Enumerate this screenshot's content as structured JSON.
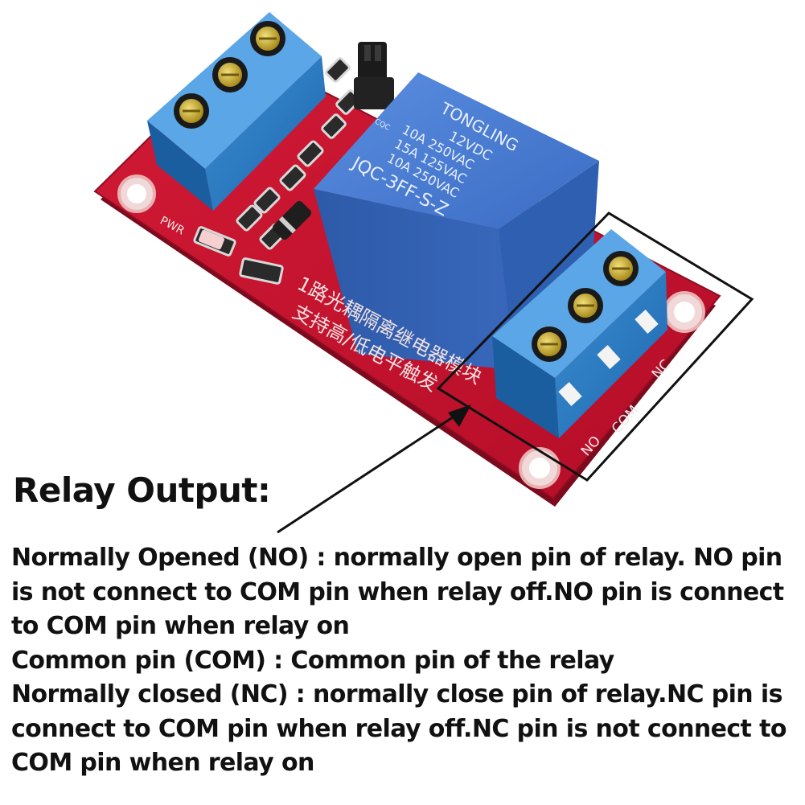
{
  "relay": {
    "brand": "TONGLING",
    "coil_voltage": "12VDC",
    "rating_1": "10A 250VAC",
    "rating_2": "15A 125VAC",
    "rating_3": "10A 250VAC",
    "model": "JQC-3FF-S-Z",
    "cqc_mark": "CQC"
  },
  "board": {
    "pwr_label": "PWR",
    "chinese_line_1": "1路光耦隔离继电器模块",
    "chinese_line_2": "支持高/低电平触发",
    "terminal_no": "NO",
    "terminal_com": "COM",
    "terminal_nc": "NC"
  },
  "caption": {
    "title": "Relay Output:",
    "lines": [
      "Normally Opened (NO) : normally open pin of relay. NO pin",
      "is not connect to COM pin when relay off.NO pin is connect",
      "to COM pin when relay on",
      "Common pin (COM) : Common pin of the relay",
      "Normally closed (NC) : normally close pin of relay.NC pin is",
      "connect to COM pin when relay off.NC pin is not connect to",
      "COM pin when relay on"
    ]
  },
  "colors": {
    "pcb_red": "#c8102e",
    "terminal_blue": "#2f7fc4",
    "relay_blue": "#3a6fc0",
    "screw_gold": "#d4b23a",
    "text": "#111111"
  }
}
